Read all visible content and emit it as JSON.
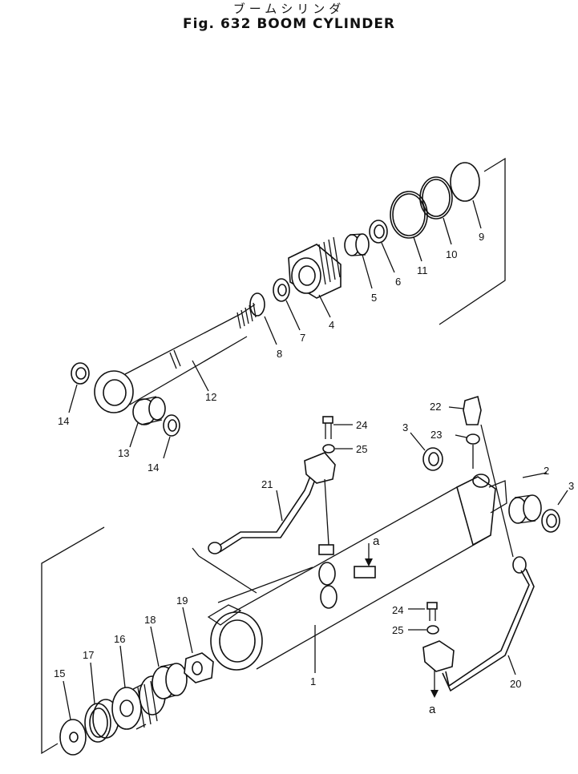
{
  "header": {
    "title_jp": "ブームシリンダ",
    "title_en": "Fig. 632 BOOM CYLINDER"
  },
  "callouts": [
    "1",
    "2",
    "3",
    "3",
    "4",
    "5",
    "6",
    "7",
    "8",
    "9",
    "10",
    "11",
    "12",
    "13",
    "14",
    "14",
    "15",
    "16",
    "17",
    "18",
    "19",
    "20",
    "21",
    "22",
    "23",
    "24",
    "25",
    "24",
    "25"
  ],
  "markers": [
    "a",
    "a"
  ],
  "colors": {
    "ink": "#111111",
    "paper": "#ffffff"
  }
}
